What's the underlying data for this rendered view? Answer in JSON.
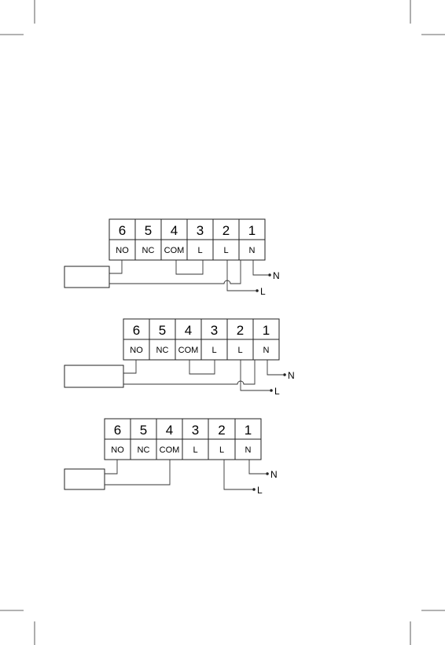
{
  "terminal_numbers": [
    "6",
    "5",
    "4",
    "3",
    "2",
    "1"
  ],
  "terminal_labels": [
    "NO",
    "NC",
    "COM",
    "L",
    "L",
    "N"
  ],
  "supply": {
    "neutral": "N",
    "live": "L"
  },
  "diagram_count": 3
}
